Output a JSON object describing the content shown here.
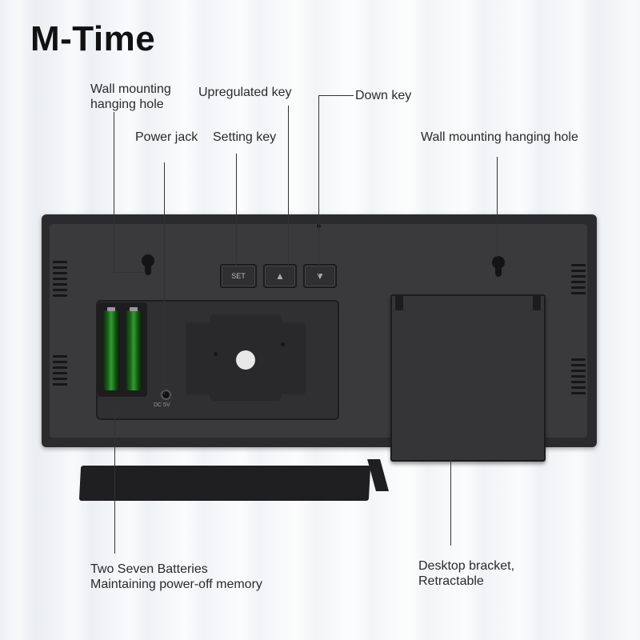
{
  "brand": "M-Time",
  "labels": {
    "wall_hole_left_line1": "Wall mounting",
    "wall_hole_left_line2": "hanging hole",
    "upregulated_key": "Upregulated key",
    "down_key": "Down key",
    "power_jack": "Power jack",
    "setting_key": "Setting key",
    "wall_hole_right": "Wall mounting hanging hole",
    "batteries_line1": "Two Seven Batteries",
    "batteries_line2": "Maintaining power-off memory",
    "bracket_line1": "Desktop bracket,",
    "bracket_line2": "Retractable"
  },
  "device": {
    "set_key": "SET",
    "up_key_icon": "triangle-up-icon",
    "down_key_icon": "triangle-down-icon",
    "jack_text": "DC 5V"
  }
}
